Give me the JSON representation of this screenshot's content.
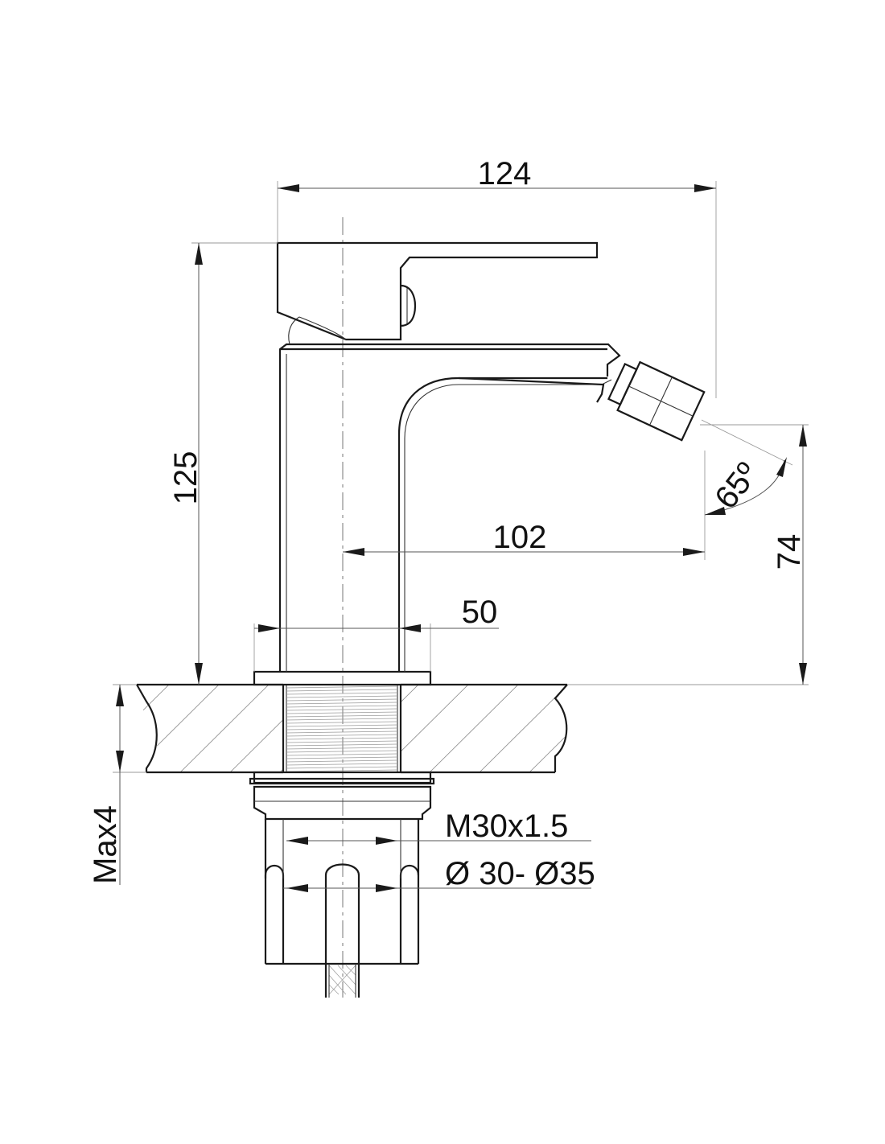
{
  "dimensions": {
    "width_total": "124",
    "height_total": "125",
    "spout_reach": "102",
    "base_diameter": "50",
    "nozzle_height": "74",
    "nozzle_angle": "65º",
    "max_thickness": "Max4",
    "thread": "M30x1.5",
    "hole_diameter": "Ø 30- Ø35"
  },
  "colors": {
    "line": "#1a1a1a",
    "background": "#ffffff"
  }
}
